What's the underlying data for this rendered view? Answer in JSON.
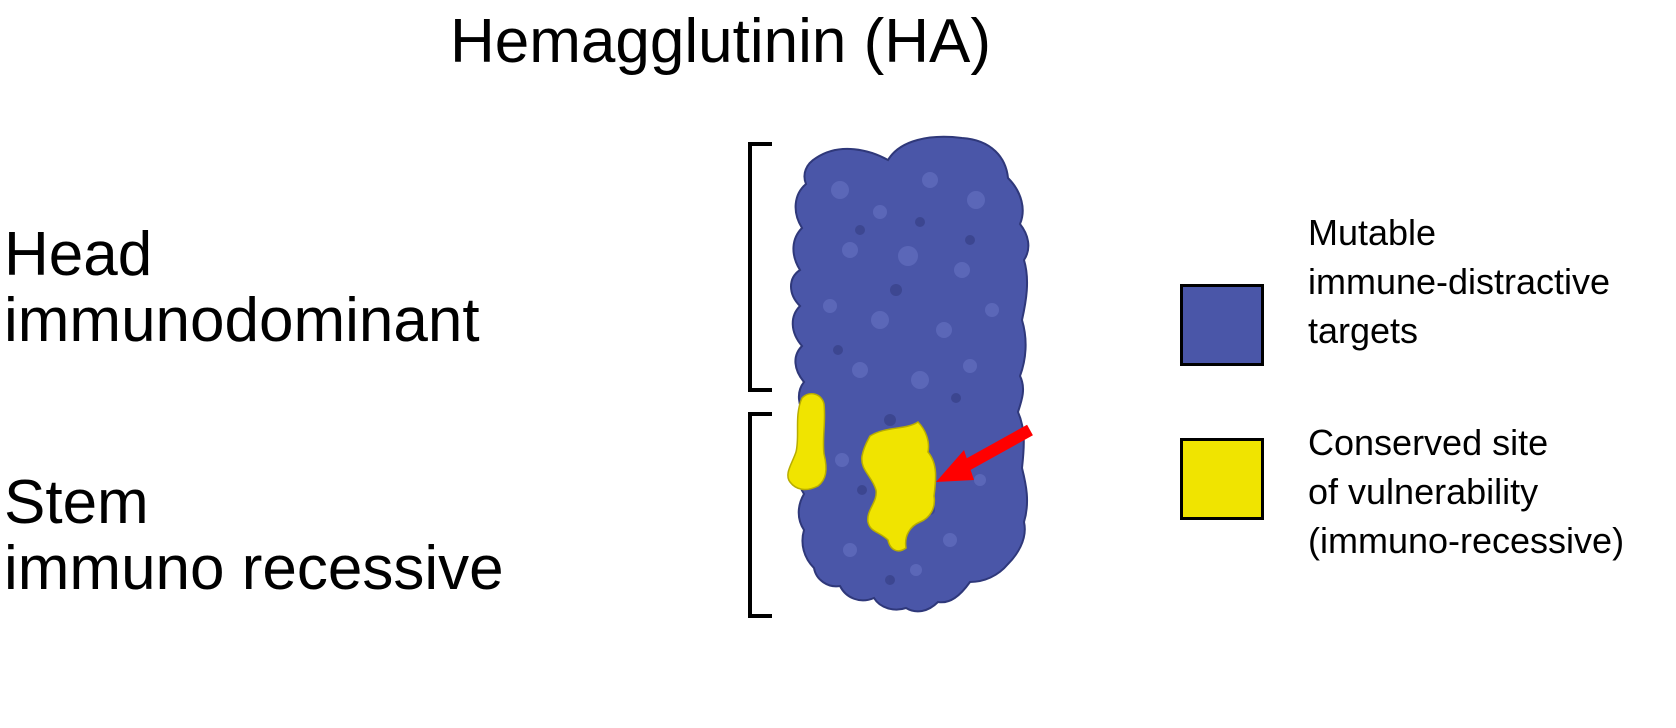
{
  "title": "Hemagglutinin (HA)",
  "regions": {
    "head": {
      "line1": "Head",
      "line2": "immunodominant"
    },
    "stem": {
      "line1": "Stem",
      "line2": "immuno recessive"
    }
  },
  "legend": {
    "mutable": {
      "lines": [
        "Mutable",
        "immune-distractive",
        "targets"
      ],
      "color": "#4a56a8"
    },
    "conserved": {
      "lines": [
        "Conserved site",
        "of vulnerability",
        "(immuno-recessive)"
      ],
      "color": "#f0e400"
    }
  },
  "colors": {
    "protein_surface": "#4a56a8",
    "protein_highlight": "#7a86d6",
    "conserved_site": "#f0e400",
    "arrow": "#ff0000",
    "bracket": "#000000"
  }
}
